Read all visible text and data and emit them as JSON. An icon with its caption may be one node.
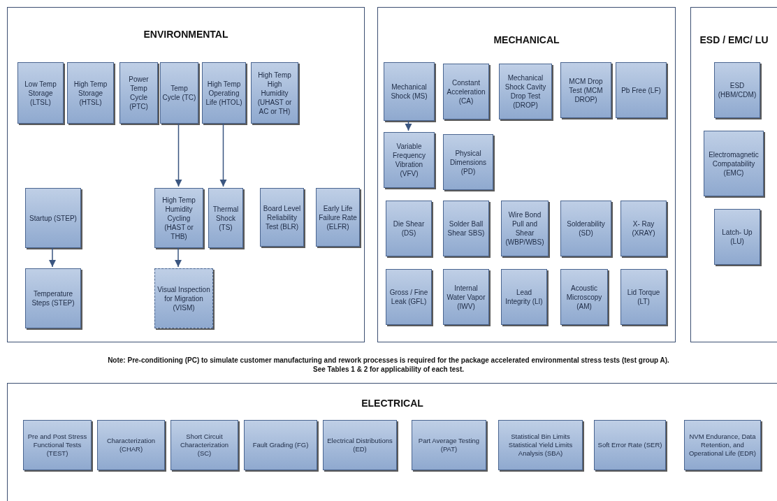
{
  "diagram": {
    "nodes": [
      {
        "text": [
          "ENVIRONMENTAL"
        ]
      },
      {
        "text": [
          "Low Temp Storage (LTSL)"
        ],
        "in": 0
      },
      {
        "text": [
          "High Temp Storage (HTSL)"
        ],
        "in": 0
      },
      {
        "text": [
          "Power Temp Cycle (PTC)"
        ],
        "in": 0
      },
      {
        "text": [
          "Temp Cycle (TC)"
        ],
        "in": 0
      },
      {
        "text": [
          "High Temp Operating Life (HTOL)"
        ],
        "in": 0
      },
      {
        "text": [
          "High Temp High Humidity (UHAST or AC or TH)"
        ],
        "in": 0
      },
      {
        "text": [
          "Startup (STEP)"
        ],
        "in": 0
      },
      {
        "text": [
          "High Temp Humidity Cycling (HAST or THB)"
        ],
        "in": 0
      },
      {
        "text": [
          "Thermal Shock (TS)"
        ],
        "in": 0
      },
      {
        "text": [
          "Board Level Reliability Test (BLR)"
        ],
        "in": 0
      },
      {
        "text": [
          "Early Life Failure Rate (ELFR)"
        ],
        "in": 0
      },
      {
        "text": [
          "Temperature Steps (STEP)"
        ],
        "in": 0
      },
      {
        "text": [
          "Visual Inspection for Migration (VISM)"
        ],
        "in": 0
      },
      {
        "text": [
          "MECHANICAL"
        ]
      },
      {
        "text": [
          "Mechanical Shock (MS)"
        ],
        "in": 14
      },
      {
        "text": [
          "Constant Acceleration (CA)"
        ],
        "in": 14
      },
      {
        "text": [
          "Mechanical Shock Cavity Drop Test (DROP)"
        ],
        "in": 14
      },
      {
        "text": [
          "MCM Drop Test (MCM DROP)"
        ],
        "in": 14
      },
      {
        "text": [
          "Pb Free (LF)"
        ],
        "in": 14
      },
      {
        "text": [
          "Variable Frequency Vibration (VFV)"
        ],
        "in": 14
      },
      {
        "text": [
          "Physical Dimensions (PD)"
        ],
        "in": 14
      },
      {
        "text": [
          "Die Shear (DS)"
        ],
        "in": 14
      },
      {
        "text": [
          "Solder Ball Shear SBS)"
        ],
        "in": 14
      },
      {
        "text": [
          "Wire Bond Pull and Shear (WBP/WBS)"
        ],
        "in": 14
      },
      {
        "text": [
          "Solderability (SD)"
        ],
        "in": 14
      },
      {
        "text": [
          "X- Ray (XRAY)"
        ],
        "in": 14
      },
      {
        "text": [
          "Gross / Fine Leak (GFL)"
        ],
        "in": 14
      },
      {
        "text": [
          "Internal Water Vapor (IWV)"
        ],
        "in": 14
      },
      {
        "text": [
          "Lead Integrity (LI)"
        ],
        "in": 14
      },
      {
        "text": [
          "Acoustic Microscopy (AM)"
        ],
        "in": 14
      },
      {
        "text": [
          "Lid Torque (LT)"
        ],
        "in": 14
      },
      {
        "text": [
          "ESD / EMC/ LU"
        ]
      },
      {
        "text": [
          "ESD (HBM/CDM)"
        ],
        "in": 32
      },
      {
        "text": [
          "Electromagnetic Compatability (EMC)"
        ],
        "in": 32
      },
      {
        "text": [
          "Latch- Up (LU)"
        ],
        "in": 32
      },
      {
        "text": [
          "ELECTRICAL"
        ]
      },
      {
        "text": [
          "Pre and Post Stress Functional Tests (TEST)"
        ],
        "in": 36
      },
      {
        "text": [
          "Characterization (CHAR)"
        ],
        "in": 36
      },
      {
        "text": [
          "Short Circuit Characterization (SC)"
        ],
        "in": 36
      },
      {
        "text": [
          "Fault Grading (FG)"
        ],
        "in": 36
      },
      {
        "text": [
          "Electrical Distributions (ED)"
        ],
        "in": 36
      },
      {
        "text": [
          "Part Average Testing (PAT)"
        ],
        "in": 36
      },
      {
        "text": [
          "Statistical Bin Limits Statistical Yield Limits Analysis (SBA)"
        ],
        "in": 36
      },
      {
        "text": [
          "Soft Error Rate (SER)"
        ],
        "in": 36
      },
      {
        "text": [
          "NVM Endurance, Data Retention, and Operational Life (EDR)"
        ],
        "in": 36
      }
    ],
    "edges": [
      {
        "from": 4,
        "to": 8,
        "arrow": "to"
      },
      {
        "from": 5,
        "to": 9,
        "arrow": "to"
      },
      {
        "from": 7,
        "to": 12,
        "arrow": "to"
      },
      {
        "from": 8,
        "to": 13,
        "arrow": "to"
      },
      {
        "from": 15,
        "to": 20,
        "arrow": "to"
      }
    ],
    "labels": [
      "Note: Pre-conditioning (PC) to simulate customer manufacturing and rework processes is required for the package accelerated environmental stress tests (test group A).",
      "See Tables 1 & 2 for applicability of each test."
    ]
  }
}
